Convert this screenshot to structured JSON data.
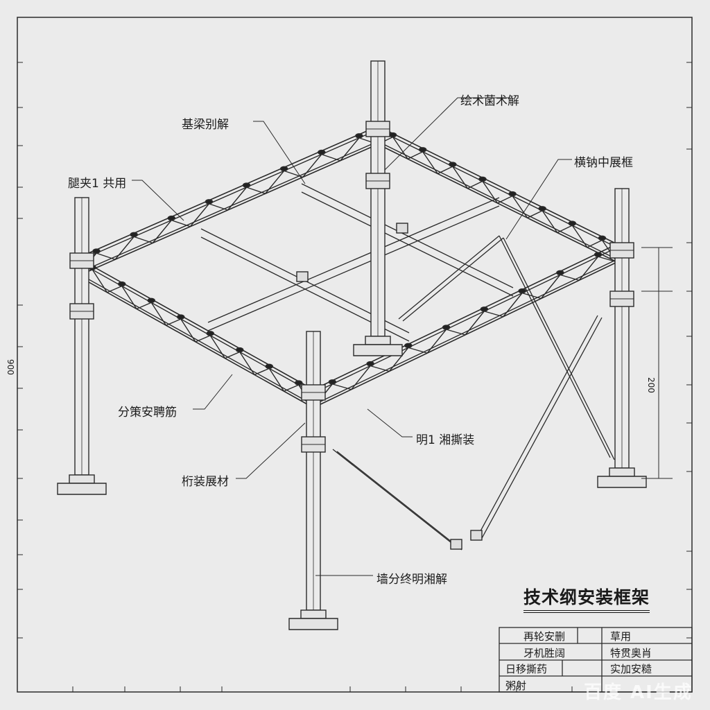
{
  "drawing": {
    "title": "技术纲安装框架",
    "callouts": [
      {
        "id": "top-right-1",
        "text": "绘术菌术解"
      },
      {
        "id": "top-left-1",
        "text": "基梁别解"
      },
      {
        "id": "right-1",
        "text": "横钠中展框"
      },
      {
        "id": "left-1",
        "text": "腿夹1 共用"
      },
      {
        "id": "left-2",
        "text": "分策安聘筋"
      },
      {
        "id": "mid-1",
        "text": "明1 湘撕装"
      },
      {
        "id": "left-3",
        "text": "桁装展材"
      },
      {
        "id": "bottom-1",
        "text": "墙分终明湘解"
      }
    ],
    "dimensions": {
      "left": "900",
      "right": "200"
    },
    "title_block": [
      [
        "再轮安删",
        "",
        "草用"
      ],
      [
        "牙机胜阔",
        "",
        "特贯奥肖"
      ],
      [
        "日移撕药",
        "",
        "实加安糙"
      ],
      [
        "粥射",
        "",
        ""
      ]
    ],
    "watermark": "百度 AI生成"
  }
}
